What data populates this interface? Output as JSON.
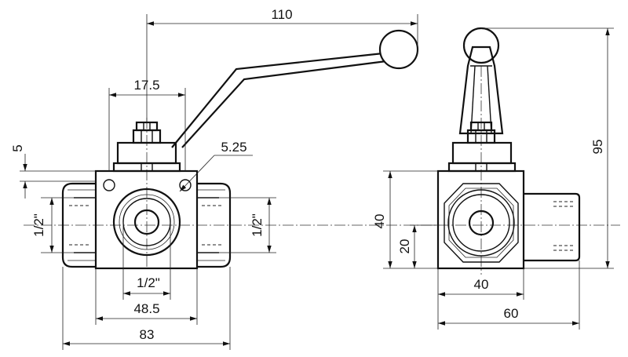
{
  "dimensions": {
    "handle_reach": "110",
    "stem_width": "17.5",
    "top_offset": "5",
    "hole_diameter": "5.25",
    "port_left": "1/2\"",
    "port_right": "1/2\"",
    "port_front": "1/2\"",
    "body_width": "48.5",
    "overall_width": "83",
    "side_height": "40",
    "axis_height": "20",
    "side_body_width": "40",
    "side_overall_width": "60",
    "total_height": "95"
  }
}
